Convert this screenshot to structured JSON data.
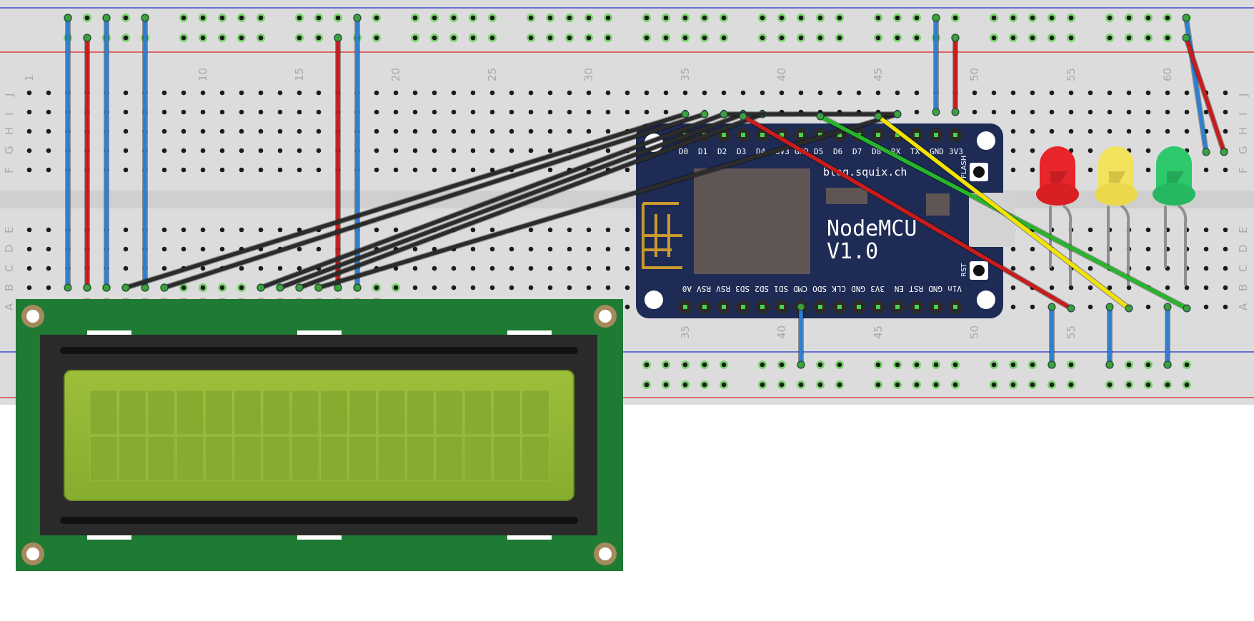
{
  "breadboard": {
    "column_numbers": [
      "1",
      "10",
      "15",
      "20",
      "25",
      "30",
      "35",
      "40",
      "45",
      "50",
      "55",
      "60"
    ],
    "top_row_letters": [
      "J",
      "I",
      "H",
      "G",
      "F"
    ],
    "bottom_row_letters": [
      "E",
      "D",
      "C",
      "B",
      "A"
    ]
  },
  "lcd": {
    "name": "16x2 LCD"
  },
  "nodemcu": {
    "url_text": "blog.squix.ch",
    "title_line1": "NodeMCU",
    "title_line2": "V1.0",
    "top_pins": [
      "D0",
      "D1",
      "D2",
      "D3",
      "D4",
      "3V3",
      "GND",
      "D5",
      "D6",
      "D7",
      "D8",
      "RX",
      "TX",
      "GND",
      "3V3"
    ],
    "bottom_pins": [
      "A0",
      "RSV",
      "RSV",
      "SD3",
      "SD2",
      "SD1",
      "CMD",
      "SDO",
      "CLK",
      "GND",
      "3V3",
      "EN",
      "RST",
      "GND",
      "Vin"
    ],
    "flash_label": "FLASH",
    "rst_label": "RST"
  },
  "leds": [
    {
      "name": "red-led",
      "color": "#e8252a"
    },
    {
      "name": "yellow-led",
      "color": "#f2e25c"
    },
    {
      "name": "green-led",
      "color": "#2ec86d"
    }
  ],
  "wire_colors": {
    "blue": "#2f7fcf",
    "red": "#c81c1c",
    "black": "#2b2b2b",
    "green": "#27b52a",
    "yellow": "#f3e400"
  }
}
